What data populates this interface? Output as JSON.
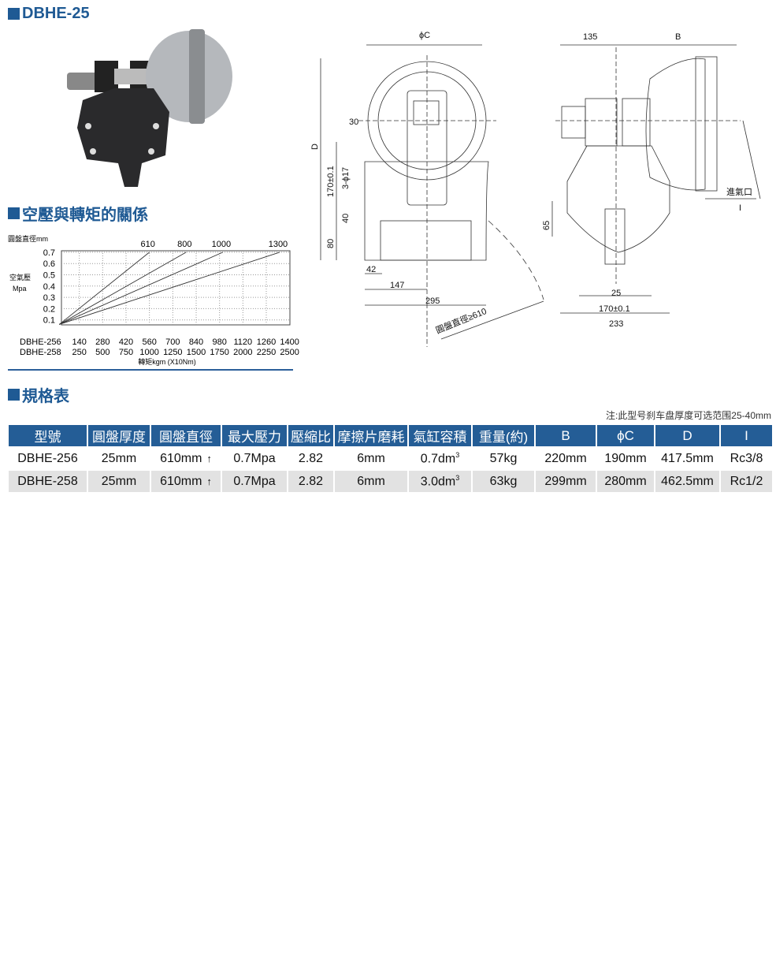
{
  "title": "DBHE-25",
  "section_chart": "空壓與轉矩的關係",
  "section_table": "規格表",
  "chart_data": {
    "type": "line",
    "title": "圓盤直徑mm",
    "ylabel": [
      "空氣壓",
      "Mpa"
    ],
    "yticks": [
      "0.7",
      "0.6",
      "0.5",
      "0.4",
      "0.3",
      "0.2",
      "0.1"
    ],
    "ylim": [
      0.05,
      0.7
    ],
    "xlim": [
      0,
      1400
    ],
    "x_rows": [
      {
        "name": "DBHE-256",
        "ticks": [
          "140",
          "280",
          "420",
          "560",
          "700",
          "840",
          "980",
          "1120",
          "1260",
          "1400"
        ]
      },
      {
        "name": "DBHE-258",
        "ticks": [
          "250",
          "500",
          "750",
          "1000",
          "1250",
          "1500",
          "1750",
          "2000",
          "2250",
          "2500"
        ]
      }
    ],
    "xlabel": "轉矩kgm (X10Nm)",
    "grid": true,
    "series": [
      {
        "name": "610",
        "x": [
          20,
          560
        ],
        "y": [
          0.06,
          0.7
        ]
      },
      {
        "name": "800",
        "x": [
          20,
          780
        ],
        "y": [
          0.06,
          0.7
        ]
      },
      {
        "name": "1000",
        "x": [
          20,
          1000
        ],
        "y": [
          0.06,
          0.7
        ]
      },
      {
        "name": "1300",
        "x": [
          20,
          1340
        ],
        "y": [
          0.06,
          0.7
        ]
      }
    ]
  },
  "drawing": {
    "phiC": "ϕC",
    "D": "D",
    "d30": "30",
    "d170": "170±0.1",
    "d3phi17": "3-ϕ17",
    "d40": "40",
    "d80": "80",
    "d42": "42",
    "d147": "147",
    "d295": "295",
    "disc": "圓盤直徑≥610",
    "d135": "135",
    "B": "B",
    "inlet": "進氣口",
    "I": "I",
    "d65": "65",
    "d25": "25",
    "d170b": "170±0.1",
    "d233": "233"
  },
  "note": "注:此型号刹车盘厚度可选范围25-40mm",
  "table": {
    "headers": [
      "型號",
      "圓盤厚度",
      "圓盤直徑",
      "最大壓力",
      "壓縮比",
      "摩擦片磨耗",
      "氣缸容積",
      "重量(約)",
      "B",
      "ϕC",
      "D",
      "I"
    ],
    "rows": [
      {
        "model": "DBHE-256",
        "thick": "25mm",
        "dia": "610mm",
        "arrow": "↑",
        "press": "0.7Mpa",
        "ratio": "2.82",
        "wear": "6mm",
        "vol": "0.7dm",
        "sup": "3",
        "weight": "57kg",
        "B": "220mm",
        "C": "190mm",
        "D": "417.5mm",
        "I": "Rc3/8"
      },
      {
        "model": "DBHE-258",
        "thick": "25mm",
        "dia": "610mm",
        "arrow": "↑",
        "press": "0.7Mpa",
        "ratio": "2.82",
        "wear": "6mm",
        "vol": "3.0dm",
        "sup": "3",
        "weight": "63kg",
        "B": "299mm",
        "C": "280mm",
        "D": "462.5mm",
        "I": "Rc1/2"
      }
    ]
  }
}
